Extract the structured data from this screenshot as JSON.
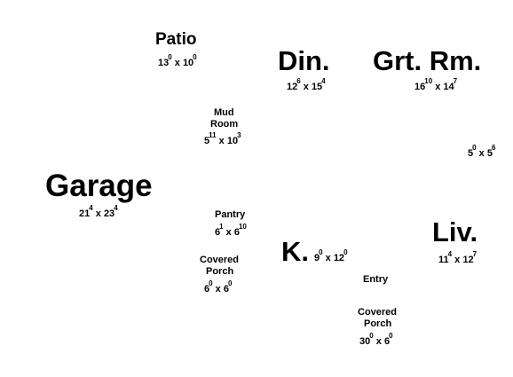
{
  "rooms": {
    "patio": {
      "name": "Patio",
      "w": "13",
      "w_in": "0",
      "d": "10",
      "d_in": "0"
    },
    "din": {
      "name": "Din.",
      "w": "12",
      "w_in": "6",
      "d": "15",
      "d_in": "4"
    },
    "grt_rm": {
      "name": "Grt. Rm.",
      "w": "16",
      "w_in": "10",
      "d": "14",
      "d_in": "7"
    },
    "mud_room": {
      "name_line1": "Mud",
      "name_line2": "Room",
      "w": "5",
      "w_in": "11",
      "d": "10",
      "d_in": "3"
    },
    "garage": {
      "name": "Garage",
      "w": "21",
      "w_in": "4",
      "d": "23",
      "d_in": "4"
    },
    "pantry": {
      "name": "Pantry",
      "w": "6",
      "w_in": "1",
      "d": "6",
      "d_in": "10"
    },
    "kitchen": {
      "name": "K.",
      "w": "9",
      "w_in": "0",
      "d": "12",
      "d_in": "0"
    },
    "liv": {
      "name": "Liv.",
      "w": "11",
      "w_in": "4",
      "d": "12",
      "d_in": "7"
    },
    "covered_porch_left": {
      "name_line1": "Covered",
      "name_line2": "Porch",
      "w": "6",
      "w_in": "0",
      "d": "6",
      "d_in": "0"
    },
    "entry": {
      "name": "Entry"
    },
    "covered_porch_bottom": {
      "name_line1": "Covered",
      "name_line2": "Porch",
      "w": "30",
      "w_in": "0",
      "d": "6",
      "d_in": "0"
    },
    "partial_right": {
      "w": "5",
      "w_in": "0",
      "d": "5",
      "d_in": "6"
    }
  },
  "colors": {
    "text": "#000000",
    "background": "#ffffff"
  }
}
